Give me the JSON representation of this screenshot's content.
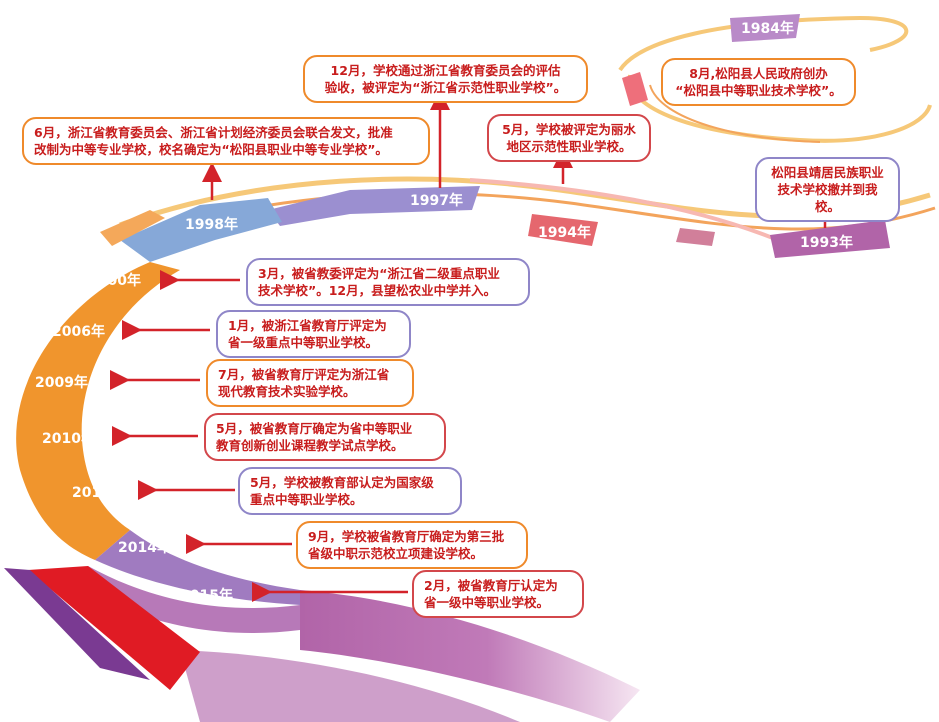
{
  "colors": {
    "orange": "#f0952d",
    "purple": "#8f86c8",
    "red": "#e01b24",
    "magenta": "#b164a8",
    "pink": "#ee6f7b",
    "yellow": "#f6c878",
    "arrow": "#d3232a"
  },
  "years": {
    "y1984": "1984年",
    "y1993": "1993年",
    "y1994": "1994年",
    "y1997": "1997年",
    "y1998": "1998年",
    "y2000": "2000年",
    "y2006": "2006年",
    "y2009": "2009年",
    "y2010": "2010年",
    "y2011": "2011年",
    "y2014": "2014年",
    "y2015": "2015年"
  },
  "events": {
    "e1984": [
      "8月,松阳县人民政府创办",
      "“松阳县中等职业技术学校”。"
    ],
    "e1993": [
      "松阳县靖居民族职业",
      "技术学校撤并到我校。"
    ],
    "e1994": [
      "5月，学校被评定为丽水",
      "地区示范性职业学校。"
    ],
    "e1997": [
      "12月，学校通过浙江省教育委员会的评估",
      "验收，被评定为“浙江省示范性职业学校”。"
    ],
    "e1998": [
      "6月，浙江省教育委员会、浙江省计划经济委员会联合发文，批准",
      "改制为中等专业学校，校名确定为“松阳县职业中等专业学校”。"
    ],
    "e2000": [
      "3月，被省教委评定为“浙江省二级重点职业",
      "技术学校”。12月，县望松农业中学并入。"
    ],
    "e2006": [
      "1月，被浙江省教育厅评定为",
      "省一级重点中等职业学校。"
    ],
    "e2009": [
      "7月，被省教育厅评定为浙江省",
      "现代教育技术实验学校。"
    ],
    "e2010": [
      "5月，被省教育厅确定为省中等职业",
      "教育创新创业课程教学试点学校。"
    ],
    "e2011": [
      "5月，学校被教育部认定为国家级",
      "重点中等职业学校。"
    ],
    "e2014": [
      "9月，学校被省教育厅确定为第三批",
      "省级中职示范校立项建设学校。"
    ],
    "e2015": [
      "2月，被省教育厅认定为",
      "省一级中等职业学校。"
    ]
  }
}
